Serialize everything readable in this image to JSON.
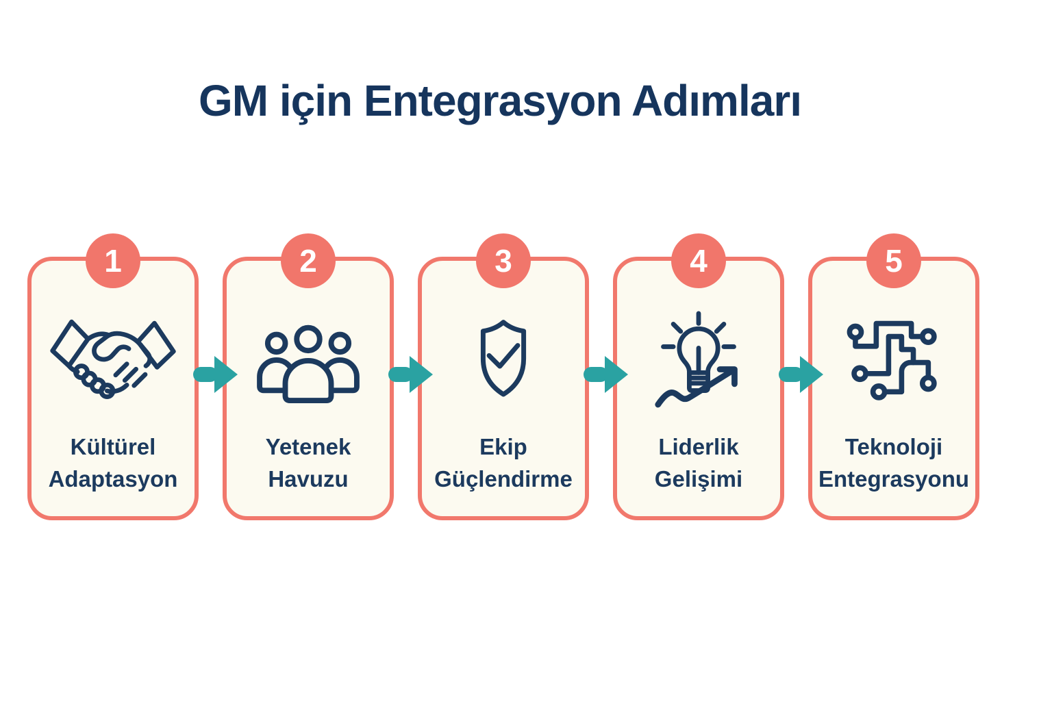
{
  "title": "GM için Entegrasyon Adımları",
  "colors": {
    "accent_coral": "#f1786c",
    "badge_coral": "#f1766b",
    "arrow_teal": "#2aa2a2",
    "icon_navy": "#1c3a5e",
    "title_navy": "#16355d",
    "card_background": "#fcfaf0",
    "page_background": "#ffffff"
  },
  "steps": [
    {
      "number": "1",
      "label_line1": "Kültürel",
      "label_line2": "Adaptasyon",
      "icon": "handshake-icon"
    },
    {
      "number": "2",
      "label_line1": "Yetenek",
      "label_line2": "Havuzu",
      "icon": "people-icon"
    },
    {
      "number": "3",
      "label_line1": "Ekip",
      "label_line2": "Güçlendirme",
      "icon": "shield-check-icon"
    },
    {
      "number": "4",
      "label_line1": "Liderlik",
      "label_line2": "Gelişimi",
      "icon": "lightbulb-growth-icon"
    },
    {
      "number": "5",
      "label_line1": "Teknoloji",
      "label_line2": "Entegrasyonu",
      "icon": "circuit-icon"
    }
  ],
  "connector": {
    "name": "arrow-right-icon",
    "direction": "right",
    "count": 4
  }
}
